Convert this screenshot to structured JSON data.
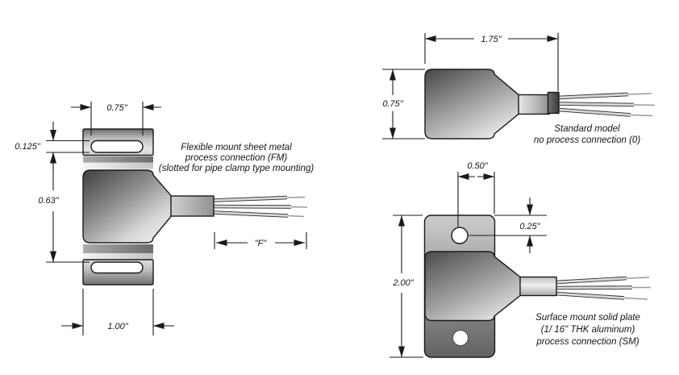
{
  "figures": {
    "fm": {
      "caption": {
        "line1": "Flexible mount sheet metal",
        "line2": "process connection (FM)",
        "line3": "(slotted for pipe clamp type mounting)"
      },
      "dims": {
        "slot_length": "0.75\"",
        "slot_height": "0.125\"",
        "slot_spacing": "0.63\"",
        "bracket_width": "1.00\"",
        "lead_length": "\"F\""
      }
    },
    "standard": {
      "caption": {
        "line1": "Standard model",
        "line2": "no process connection (0)"
      },
      "dims": {
        "overall_length": "1.75\"",
        "body_width": "0.75\""
      }
    },
    "sm": {
      "caption": {
        "line1": "Surface mount solid plate",
        "line2": "(1/ 16\" THK aluminum)",
        "line3": "process connection (SM)"
      },
      "dims": {
        "hole_to_edge": "0.50\"",
        "hole_offset": "0.25\"",
        "plate_length": "2.00\""
      }
    }
  },
  "colors": {
    "line": "#1a1a1a",
    "metal_dark": "#4a4a4a",
    "metal_mid": "#9a9a9a",
    "metal_light": "#e8e8e8",
    "background": "#ffffff"
  }
}
